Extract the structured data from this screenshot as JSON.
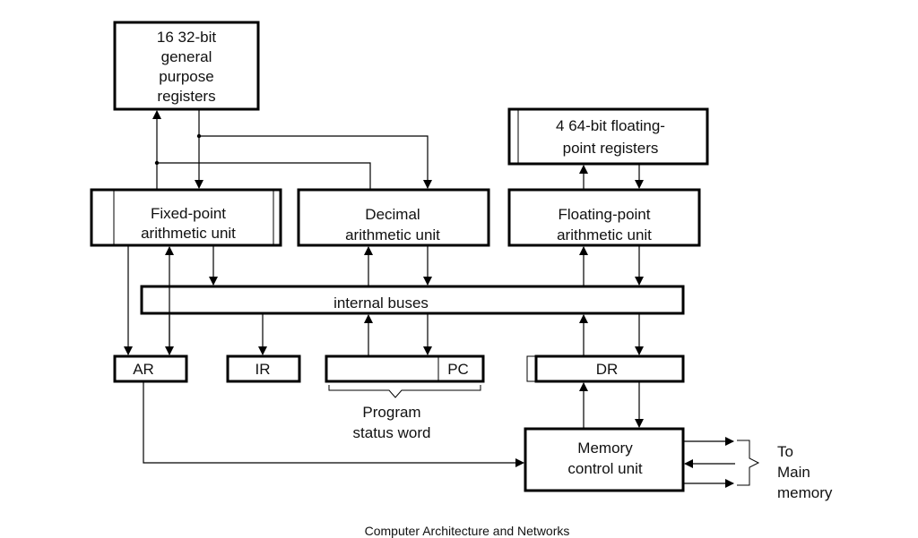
{
  "registers_box": {
    "lines": [
      "16 32-bit",
      "general",
      "purpose",
      "registers"
    ]
  },
  "fp_registers_box": {
    "lines": [
      "4 64-bit floating-",
      "point registers"
    ]
  },
  "fixed_point_unit": {
    "lines": [
      "Fixed-point",
      "arithmetic unit"
    ]
  },
  "decimal_unit": {
    "lines": [
      "Decimal",
      "arithmetic unit"
    ]
  },
  "floating_point_unit": {
    "lines": [
      "Floating-point",
      "arithmetic unit"
    ]
  },
  "internal_buses": {
    "label": "internal buses"
  },
  "ar": {
    "label": "AR"
  },
  "ir": {
    "label": "IR"
  },
  "pc": {
    "label": "PC"
  },
  "dr": {
    "label": "DR"
  },
  "psw": {
    "lines": [
      "Program",
      "status word"
    ]
  },
  "memory_control_unit": {
    "lines": [
      "Memory",
      "control unit"
    ]
  },
  "main_memory": {
    "lines": [
      "To",
      "Main",
      "memory"
    ]
  },
  "caption": "Computer Architecture and Networks"
}
